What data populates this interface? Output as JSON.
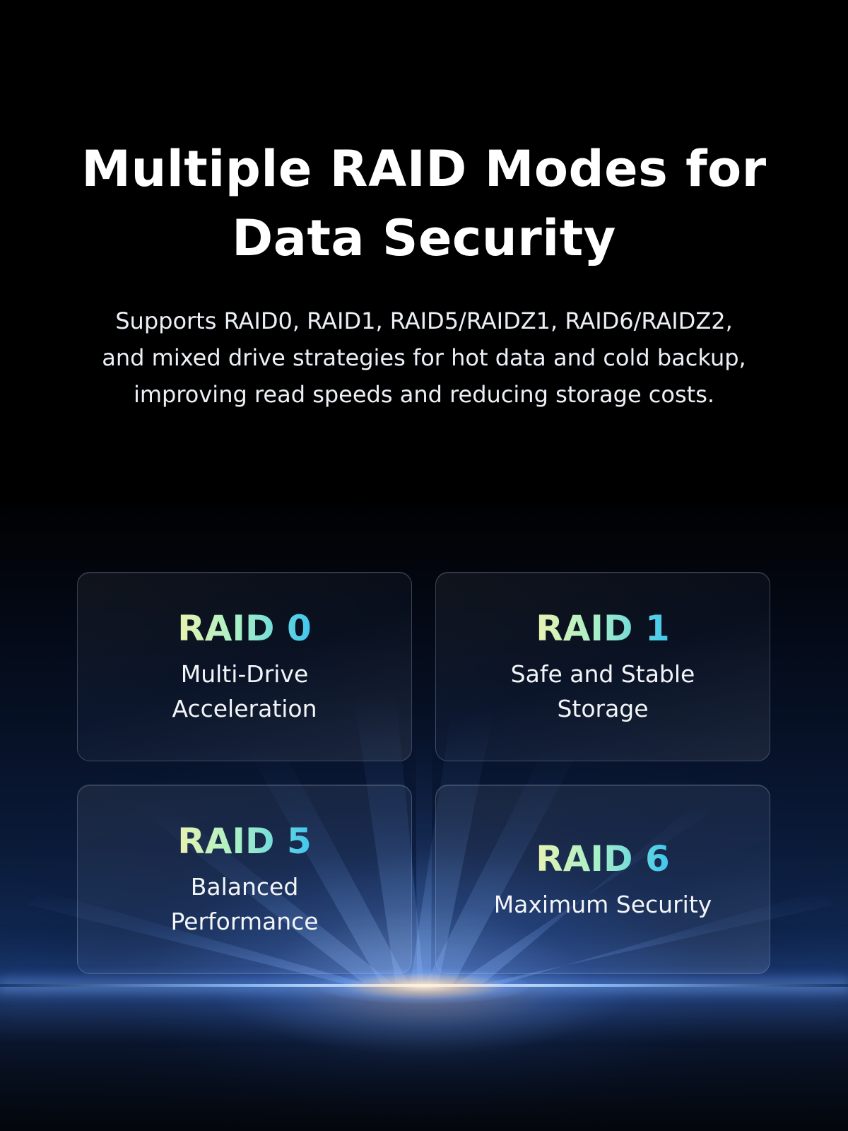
{
  "header": {
    "title_line1": "Multiple RAID Modes for",
    "title_line2": "Data Security",
    "subtitle_line1": "Supports RAID0, RAID1, RAID5/RAIDZ1, RAID6/RAIDZ2,",
    "subtitle_line2": "and mixed drive strategies for hot data and cold backup,",
    "subtitle_line3": "improving read speeds and reducing storage costs."
  },
  "cards": [
    {
      "title": "RAID 0",
      "desc_line1": "Multi-Drive",
      "desc_line2": "Acceleration"
    },
    {
      "title": "RAID 1",
      "desc_line1": "Safe and Stable",
      "desc_line2": "Storage"
    },
    {
      "title": "RAID 5",
      "desc_line1": "Balanced",
      "desc_line2": "Performance"
    },
    {
      "title": "RAID 6",
      "desc_line1": "Maximum Security"
    }
  ],
  "colors": {
    "background": "#000000",
    "title_text": "#ffffff",
    "gradient_start": "#e9f2b0",
    "gradient_end": "#3ec6ee",
    "glow": "#78aaff"
  }
}
